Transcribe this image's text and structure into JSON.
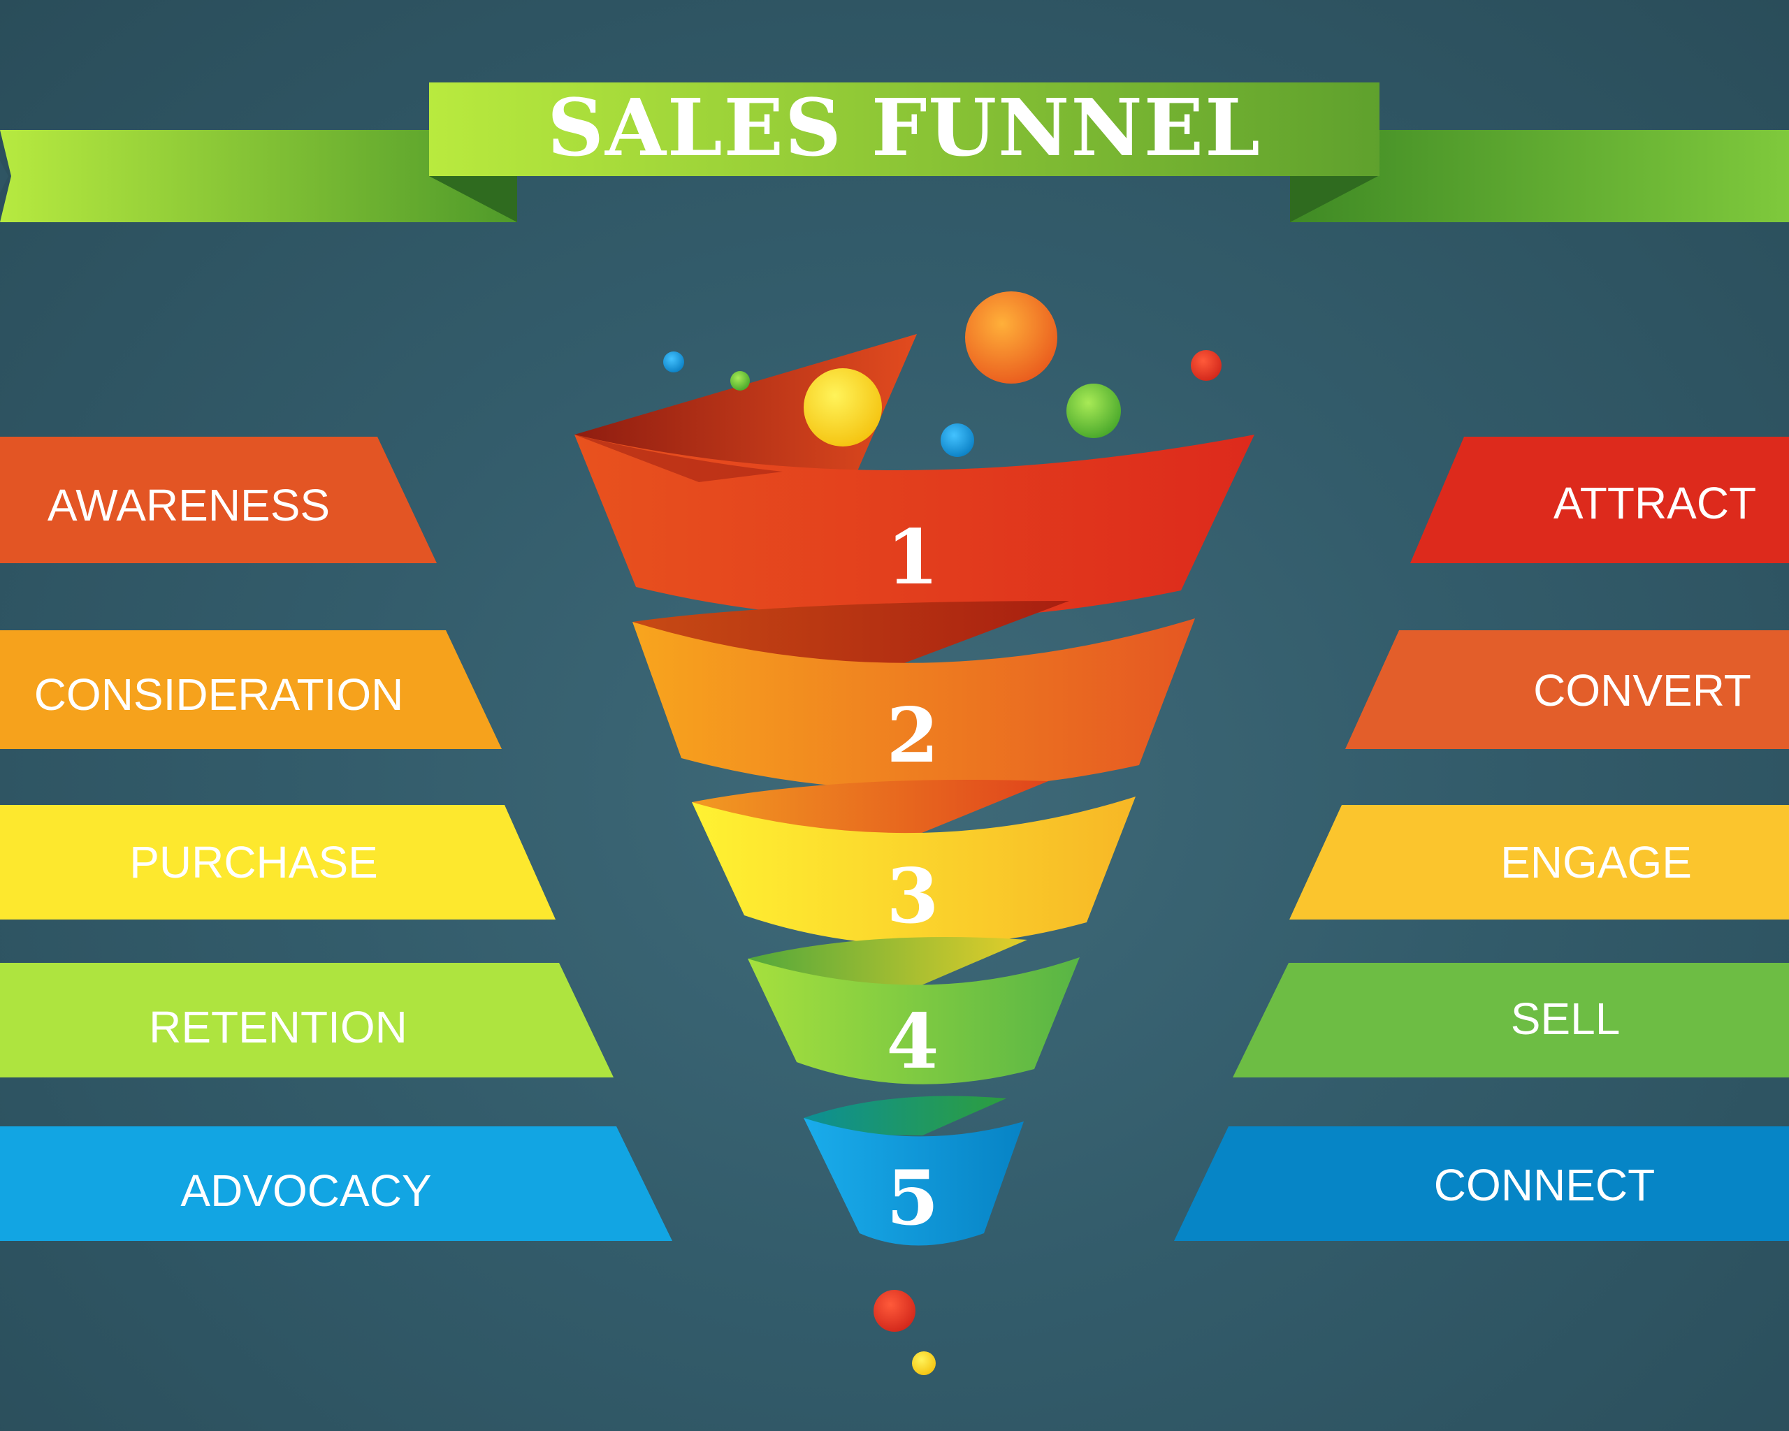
{
  "title": "SALES FUNNEL",
  "colors": {
    "red": "#dd2a1c",
    "orange_red": "#e35524",
    "orange": "#f6a21c",
    "yellow": "#fde82e",
    "light_green": "#aee43f",
    "green": "#6dbd44",
    "blue": "#12a5e3",
    "dark_blue": "#0685c6",
    "banner_green": "#7ccf3a"
  },
  "left_labels": [
    "AWARENESS",
    "CONSIDERATION",
    "PURCHASE",
    "RETENTION",
    "ADVOCACY"
  ],
  "right_labels": [
    "ATTRACT",
    "CONVERT",
    "ENGAGE",
    "SELL",
    "CONNECT"
  ],
  "numbers": [
    "1",
    "2",
    "3",
    "4",
    "5"
  ]
}
